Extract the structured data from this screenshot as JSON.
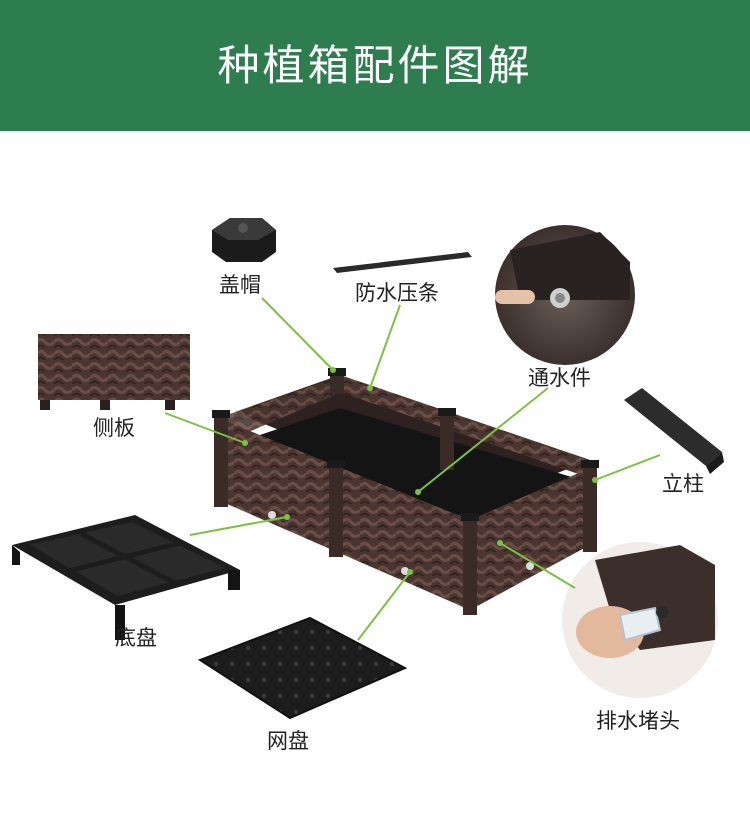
{
  "header": {
    "title": "种植箱配件图解"
  },
  "labels": {
    "cap": "盖帽",
    "water_strip": "防水压条",
    "water_connector": "通水件",
    "side_panel": "侧板",
    "column": "立柱",
    "base_tray": "底盘",
    "mesh_tray": "网盘",
    "drain_plug": "排水堵头"
  },
  "colors": {
    "header_bg": "#2e7d4f",
    "leader_line": "#7dc142",
    "box_brown": "#4a3530"
  }
}
